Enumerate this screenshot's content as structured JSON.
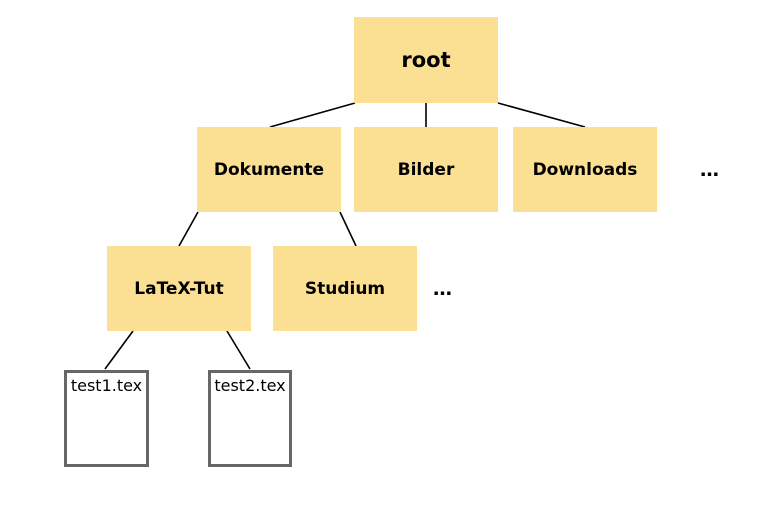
{
  "colors": {
    "folder_fill": "#FBE094",
    "file_fill": "#FFFFFF",
    "file_border": "#676767",
    "edge": "#000000",
    "text": "#000000",
    "background": "#FFFFFF"
  },
  "nodes": {
    "root": {
      "label": "root",
      "type": "folder"
    },
    "dokumente": {
      "label": "Dokumente",
      "type": "folder"
    },
    "bilder": {
      "label": "Bilder",
      "type": "folder"
    },
    "downloads": {
      "label": "Downloads",
      "type": "folder"
    },
    "latex_tut": {
      "label": "LaTeX-Tut",
      "type": "folder"
    },
    "studium": {
      "label": "Studium",
      "type": "folder"
    },
    "test1": {
      "label": "test1.tex",
      "type": "file"
    },
    "test2": {
      "label": "test2.tex",
      "type": "file"
    }
  },
  "ellipsis": {
    "level2": "…",
    "level3": "…"
  },
  "edges": [
    [
      "root",
      "dokumente"
    ],
    [
      "root",
      "bilder"
    ],
    [
      "root",
      "downloads"
    ],
    [
      "dokumente",
      "latex_tut"
    ],
    [
      "dokumente",
      "studium"
    ],
    [
      "latex_tut",
      "test1"
    ],
    [
      "latex_tut",
      "test2"
    ]
  ]
}
